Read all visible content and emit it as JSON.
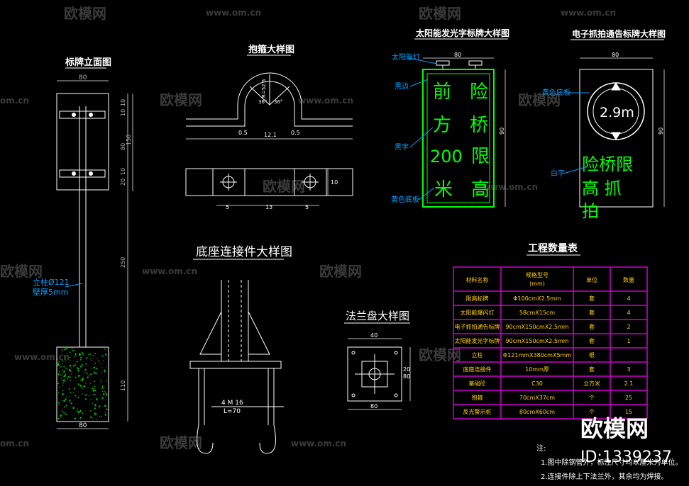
{
  "watermarks": {
    "brand": "欧模网",
    "url": "www.om.cn",
    "url_short": "om.cn"
  },
  "colors": {
    "background": "#000000",
    "outline": "#ffffff",
    "dimension": "#b8b8b8",
    "green_sign": "#00ff00",
    "magenta_table": "#d000d0",
    "fill_dots": "#00c800",
    "table_text": "#ffd000",
    "leader_blue": "#00a0ff"
  },
  "elevation": {
    "title": "标牌立面图",
    "dim_top_width": "80",
    "dim_bottom_width": "80",
    "dims_right": [
      "10",
      "10",
      "150",
      "80",
      "20",
      "10",
      "250",
      "110"
    ],
    "post_label_1": "立柱Ø121",
    "post_label_2": "壁厚5mm"
  },
  "hoop": {
    "title": "抱箍大样图",
    "radius_label": "R=52.5",
    "angle_left": "36°",
    "angle_right": "36°",
    "dim_gap_left": "0.5",
    "dim_center": "12.1",
    "dim_gap_right": "0.5",
    "dim_bottom_left": "5",
    "dim_bottom_mid": "13",
    "dim_bottom_right": "5",
    "dim_height": "10"
  },
  "base_connector": {
    "title": "底座连接件大样图",
    "bolt_label": "4 M 16",
    "length_label": "L=70"
  },
  "flange": {
    "title": "法兰盘大样图",
    "dim_top": "40",
    "dim_bottom": "80",
    "dim_right_1": "20",
    "dim_right_2": "80"
  },
  "solar_sign": {
    "title": "太阳能发光字标牌大样图",
    "dim_width": "80",
    "dim_height": "90",
    "chars_left": [
      "前",
      "方",
      "200",
      "米"
    ],
    "chars_right": [
      "险",
      "桥",
      "限",
      "高"
    ],
    "callouts": [
      "太阳能灯",
      "黑边",
      "黑字",
      "黄色底板"
    ]
  },
  "camera_sign": {
    "title": "电子抓拍通告标牌大样图",
    "dim_width": "80",
    "dim_height": "90",
    "circle_text": "2.9m",
    "green_text_1": "险桥限",
    "green_text_2": "高 抓",
    "green_text_3": "拍",
    "callouts": [
      "黄色底板",
      "白字"
    ]
  },
  "quantity_table": {
    "title": "工程数量表",
    "headers": [
      "材料名称",
      "规格型号\n(mm)",
      "单位",
      "数量"
    ],
    "rows": [
      [
        "限高标牌",
        "Φ100cmX2.5mm",
        "套",
        "4"
      ],
      [
        "太阳能爆闪灯",
        "58cmX15cm",
        "套",
        "4"
      ],
      [
        "电子抓拍通告标牌",
        "90cmX150cmX2.5mm",
        "套",
        "2"
      ],
      [
        "太阳能发光字标牌",
        "90cmX150cmX2.5mm",
        "套",
        "1"
      ],
      [
        "立柱",
        "Φ121mmX380cmX5mm",
        "根",
        ""
      ],
      [
        "底座连接件",
        "10mm厚",
        "套",
        "3"
      ],
      [
        "基础砼",
        "C30",
        "立方米",
        "2.1"
      ],
      [
        "抱箍",
        "70cmX37cm",
        "个",
        "25"
      ],
      [
        "反光警示桩",
        "80cmX60cm",
        "个",
        "15"
      ]
    ]
  },
  "notes": {
    "label": "注:",
    "line1": "1.图中除钢管外，标注尺寸均以厘米为单位。",
    "line2": "2.连接件除上下法兰外，其余均为焊接。"
  },
  "corner_brand": {
    "brand": "欧模网",
    "id": "ID:1339237"
  }
}
